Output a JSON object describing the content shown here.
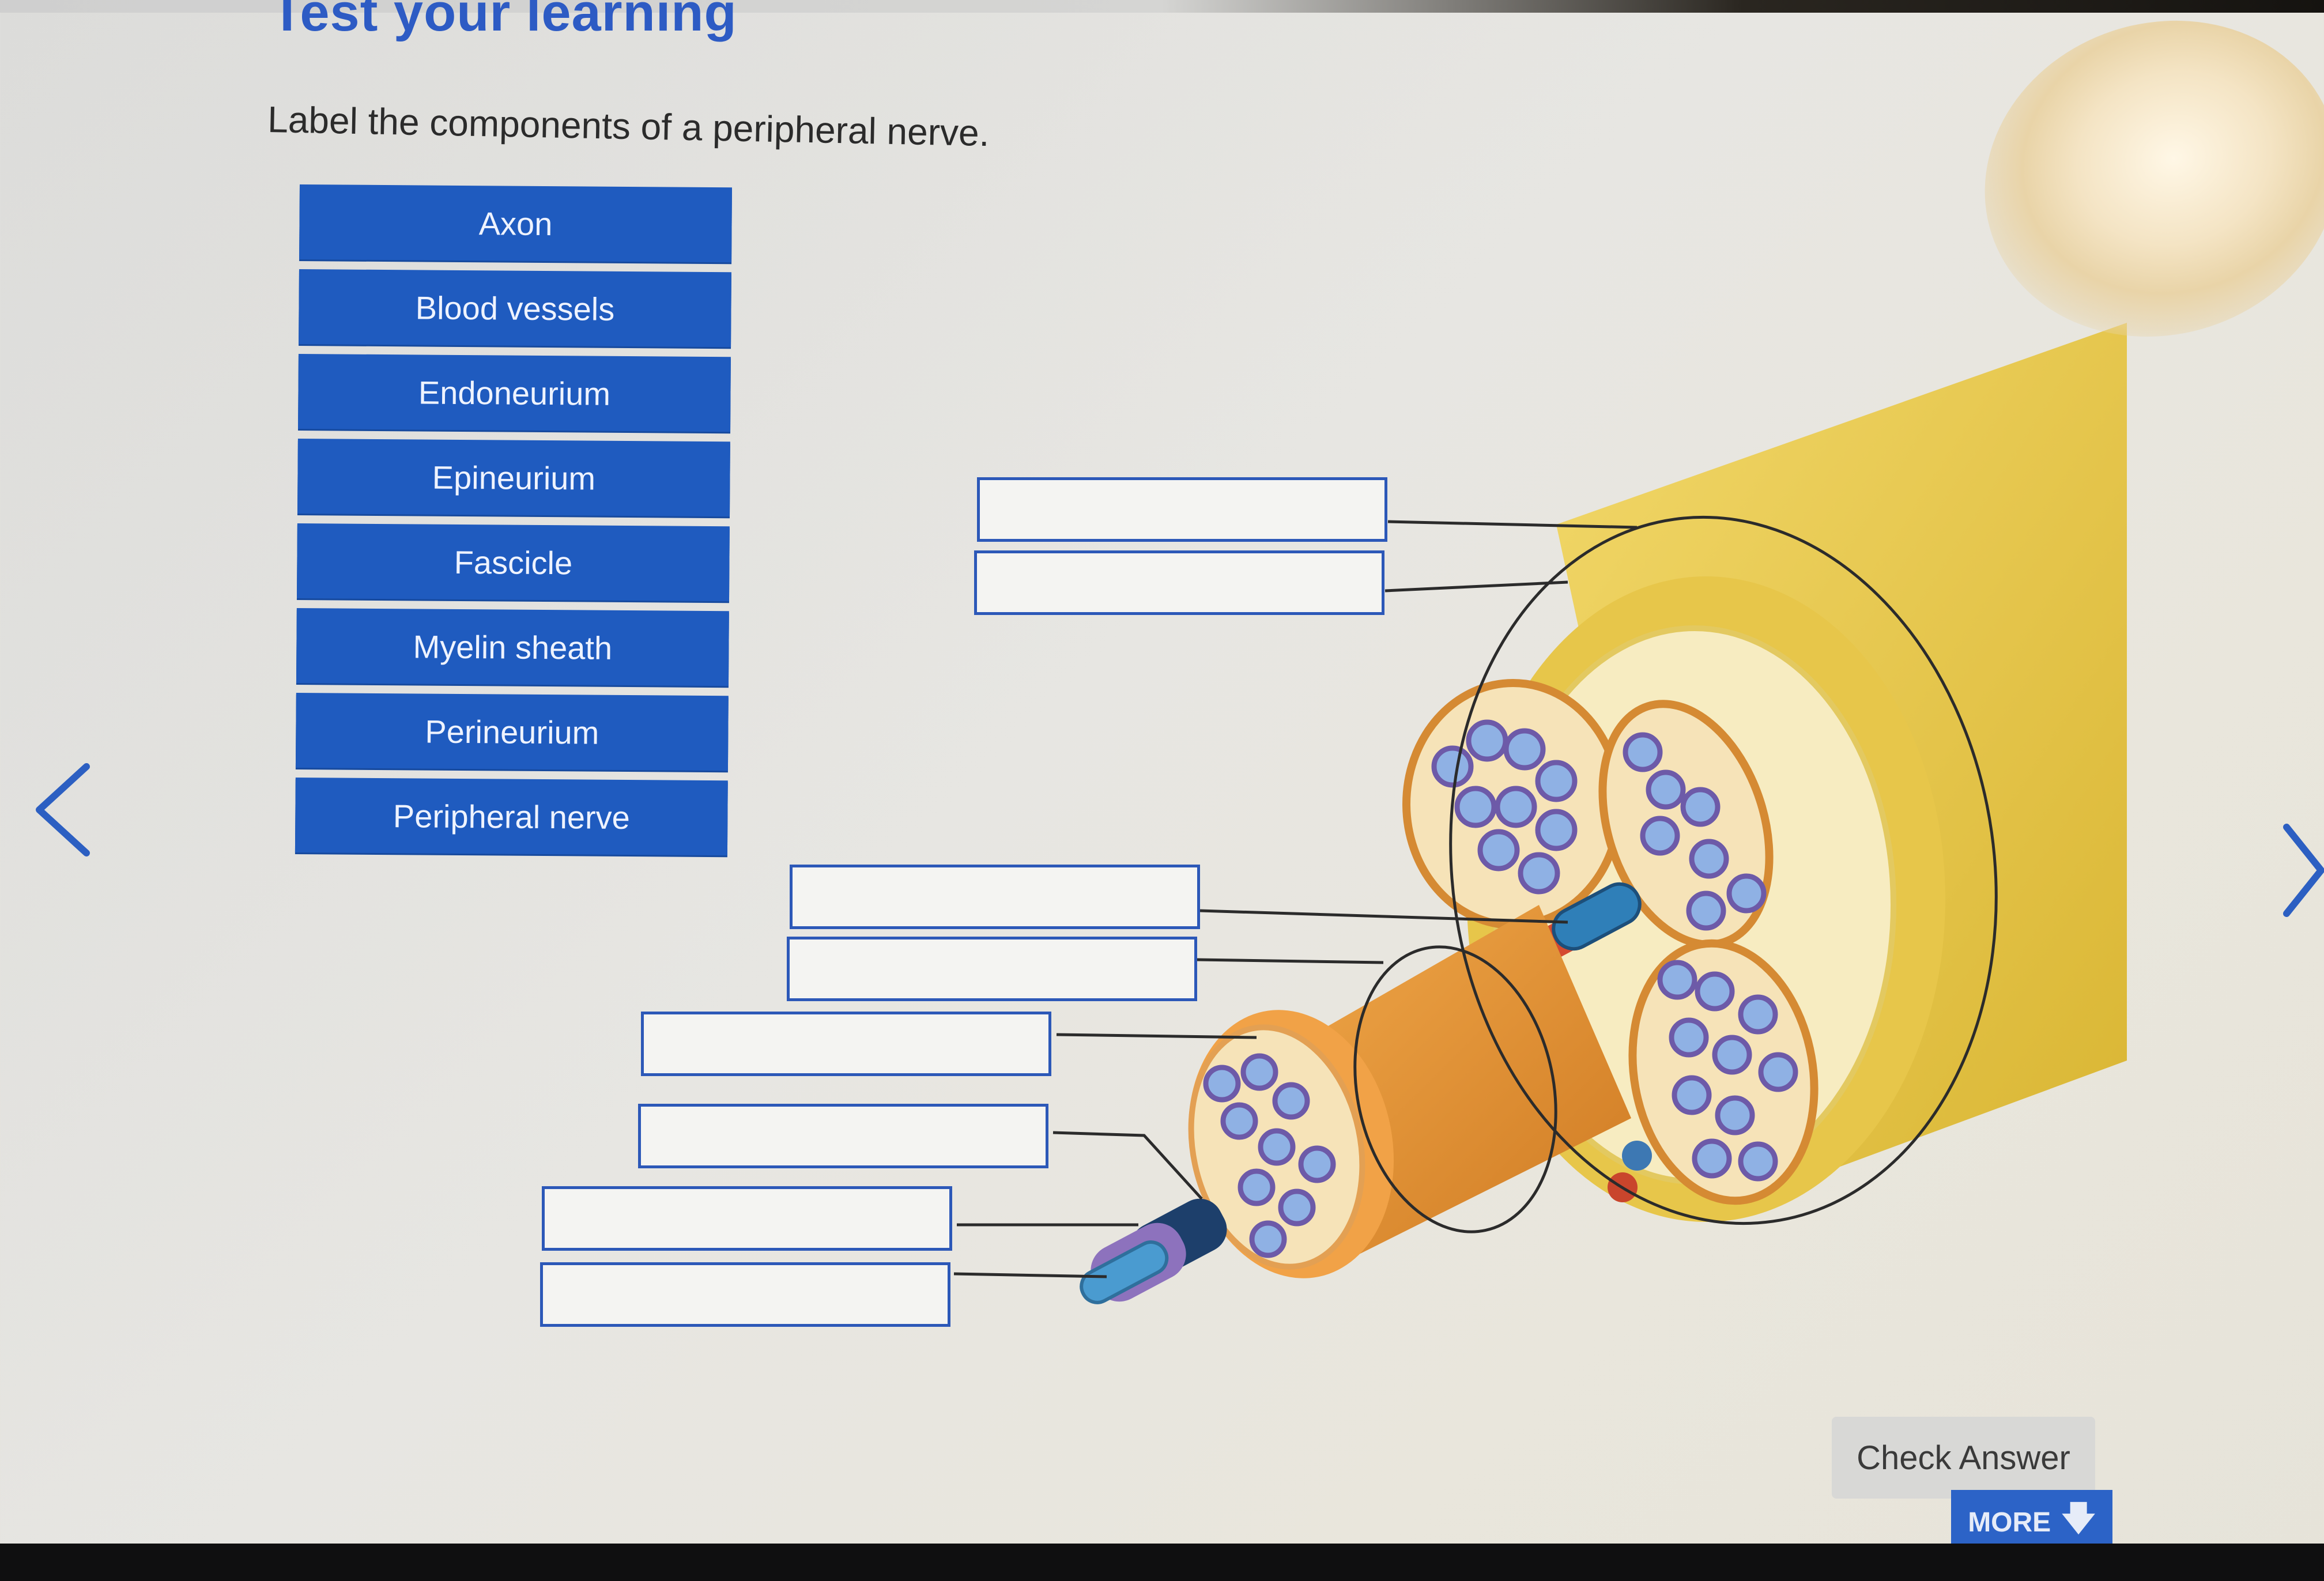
{
  "page": {
    "title": "Test your learning",
    "instruction": "Label the components of a peripheral nerve."
  },
  "labels": [
    "Axon",
    "Blood vessels",
    "Endoneurium",
    "Epineurium",
    "Fascicle",
    "Myelin sheath",
    "Perineurium",
    "Peripheral nerve"
  ],
  "drop_targets": [
    {
      "value": ""
    },
    {
      "value": ""
    },
    {
      "value": ""
    },
    {
      "value": ""
    },
    {
      "value": ""
    },
    {
      "value": ""
    },
    {
      "value": ""
    },
    {
      "value": ""
    }
  ],
  "buttons": {
    "check": "Check Answer",
    "more": "MORE"
  },
  "icons": {
    "previous": "chevron-left-icon",
    "next": "chevron-right-icon",
    "more": "arrow-down-icon"
  },
  "colors": {
    "accent": "#1f5bbf",
    "nerve_outer": "#e8c94a",
    "fascicle": "#e99a3c"
  }
}
